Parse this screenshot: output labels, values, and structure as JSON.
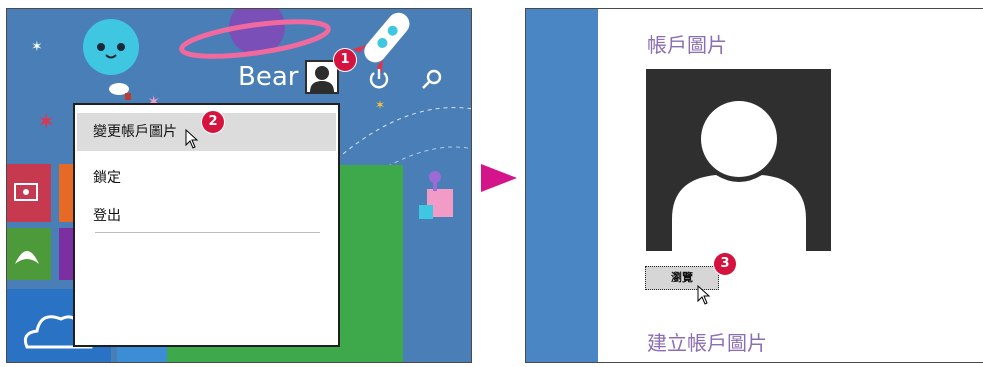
{
  "start_screen": {
    "username": "Bear",
    "context_menu": {
      "items": [
        {
          "label": "變更帳戶圖片"
        },
        {
          "label": "鎖定"
        },
        {
          "label": "登出"
        }
      ]
    }
  },
  "account_settings": {
    "heading_picture": "帳戶圖片",
    "browse_label": "瀏覽",
    "heading_create": "建立帳戶圖片"
  },
  "steps": [
    "1",
    "2",
    "3"
  ],
  "colors": {
    "start_background": "#4a7eb6",
    "badge": "#d4143f",
    "arrow": "#d3148a",
    "heading": "#8b6eb4",
    "settings_strip": "#4a86c4"
  },
  "icons": [
    "power-icon",
    "search-icon",
    "user-icon",
    "cursor-icon",
    "cloud-icon",
    "xbox-icon",
    "video-icon"
  ]
}
